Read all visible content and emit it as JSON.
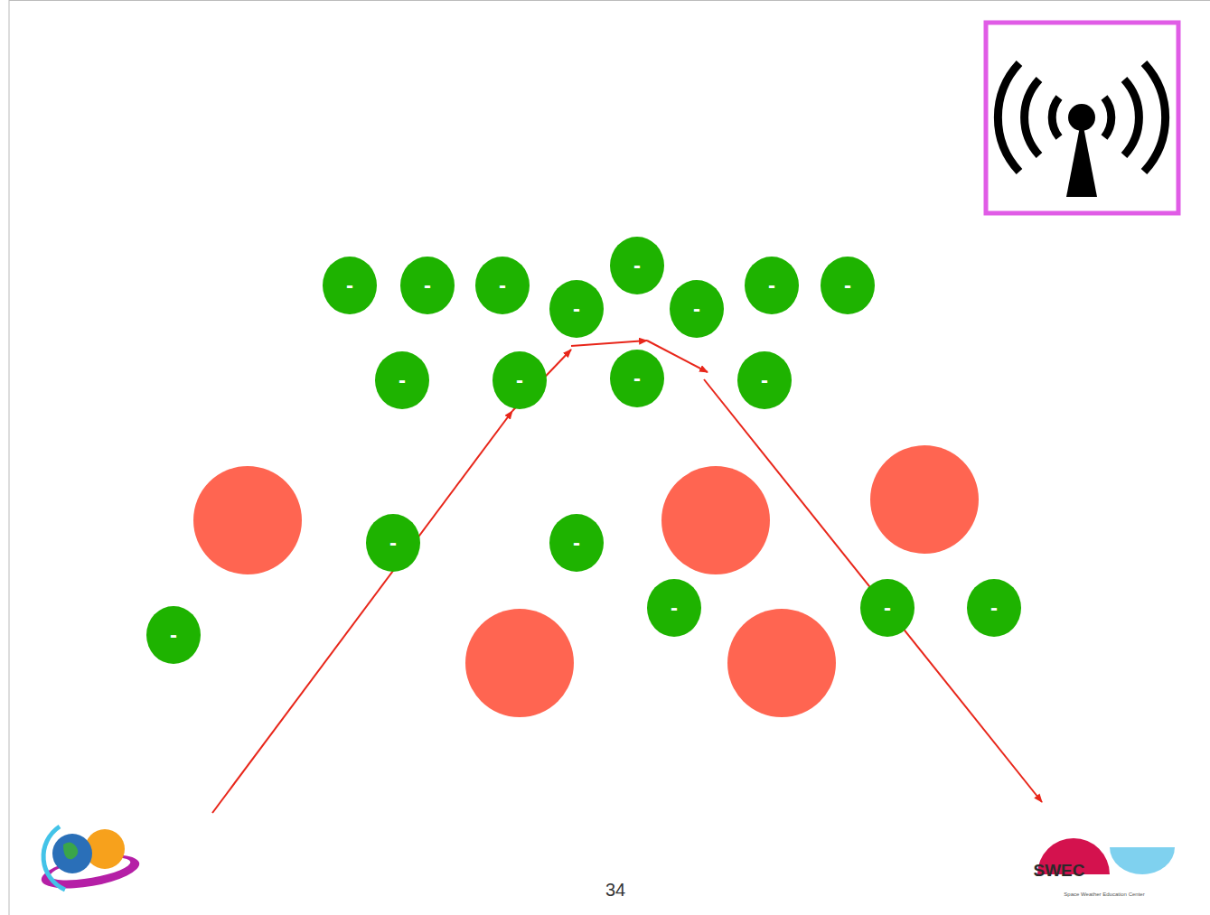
{
  "diagram": {
    "nodes": [
      {
        "text": [
          "-"
        ]
      },
      {
        "text": [
          "-"
        ]
      },
      {
        "text": [
          "-"
        ]
      },
      {
        "text": [
          "-"
        ]
      },
      {
        "text": [
          "-"
        ]
      },
      {
        "text": [
          "-"
        ]
      },
      {
        "text": [
          "-"
        ]
      },
      {
        "text": [
          "-"
        ]
      },
      {
        "text": [
          "-"
        ]
      },
      {
        "text": [
          "-"
        ]
      },
      {
        "text": [
          "-"
        ]
      },
      {
        "text": [
          "-"
        ]
      },
      {
        "text": [
          "-"
        ]
      },
      {
        "text": [
          "-"
        ]
      },
      {
        "text": [
          "-"
        ]
      },
      {
        "text": [
          "-"
        ]
      },
      {
        "text": [
          "-"
        ]
      },
      {
        "text": [
          "-"
        ]
      }
    ],
    "labels": [
      "34",
      "SWEC",
      "Space Weather Education Center"
    ]
  }
}
